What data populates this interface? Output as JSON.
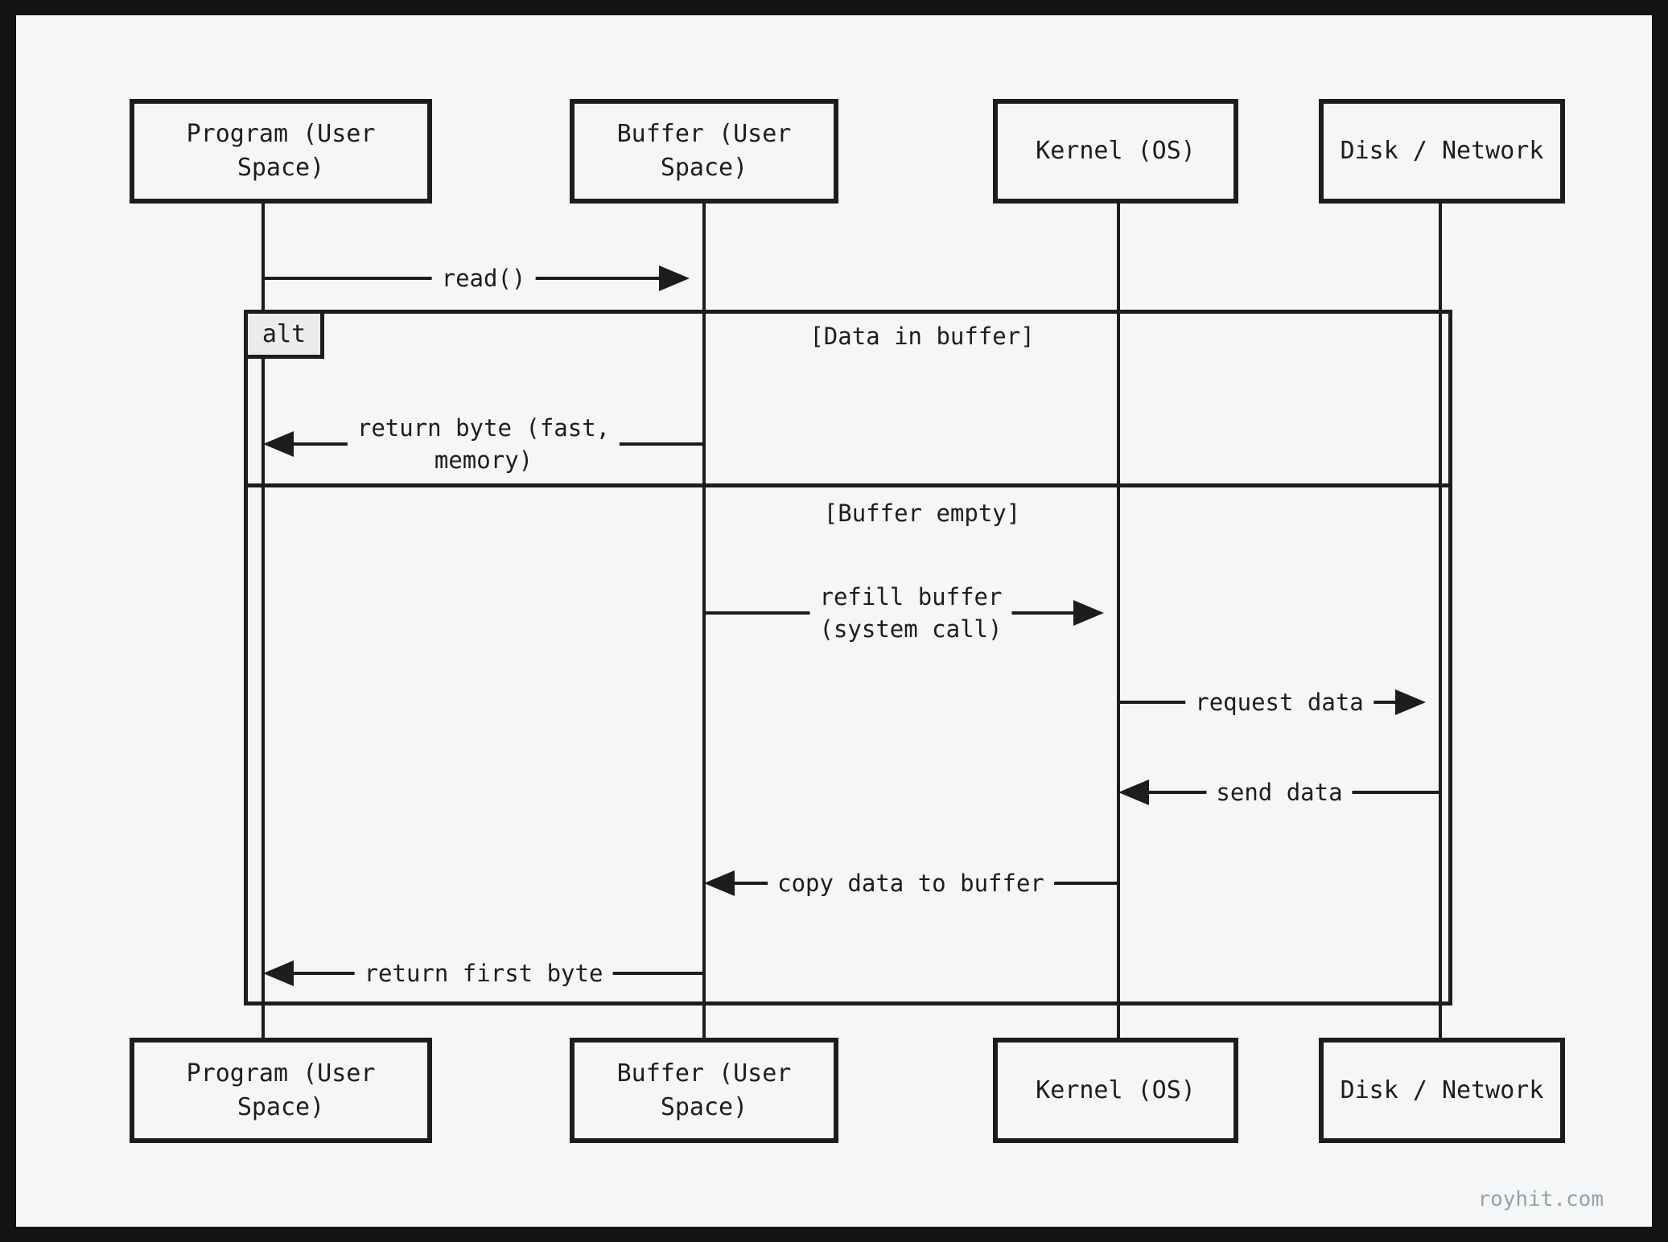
{
  "diagram": {
    "type": "sequence-diagram",
    "actors": [
      {
        "id": "program",
        "label": "Program (User\nSpace)"
      },
      {
        "id": "buffer",
        "label": "Buffer (User\nSpace)"
      },
      {
        "id": "kernel",
        "label": "Kernel (OS)"
      },
      {
        "id": "disk",
        "label": "Disk / Network"
      }
    ],
    "messages": [
      {
        "from": "program",
        "to": "buffer",
        "direction": "right",
        "label": "read()"
      },
      {
        "from": "buffer",
        "to": "program",
        "direction": "left",
        "label": "return byte (fast,\nmemory)"
      },
      {
        "from": "buffer",
        "to": "kernel",
        "direction": "right",
        "label": "refill buffer\n(system call)"
      },
      {
        "from": "kernel",
        "to": "disk",
        "direction": "right",
        "label": "request data"
      },
      {
        "from": "disk",
        "to": "kernel",
        "direction": "left",
        "label": "send data"
      },
      {
        "from": "kernel",
        "to": "buffer",
        "direction": "left",
        "label": "copy data to buffer"
      },
      {
        "from": "buffer",
        "to": "program",
        "direction": "left",
        "label": "return first byte"
      }
    ],
    "alt_frame": {
      "label": "alt",
      "conditions": [
        "[Data in buffer]",
        "[Buffer empty]"
      ]
    },
    "watermark": "royhit.com",
    "colors": {
      "page_background": "#f5f6f7",
      "outer_border": "#131313",
      "line": "#1d1d1d",
      "alt_label_fill": "#e9ebec",
      "watermark_text": "#9aa0a3"
    }
  }
}
